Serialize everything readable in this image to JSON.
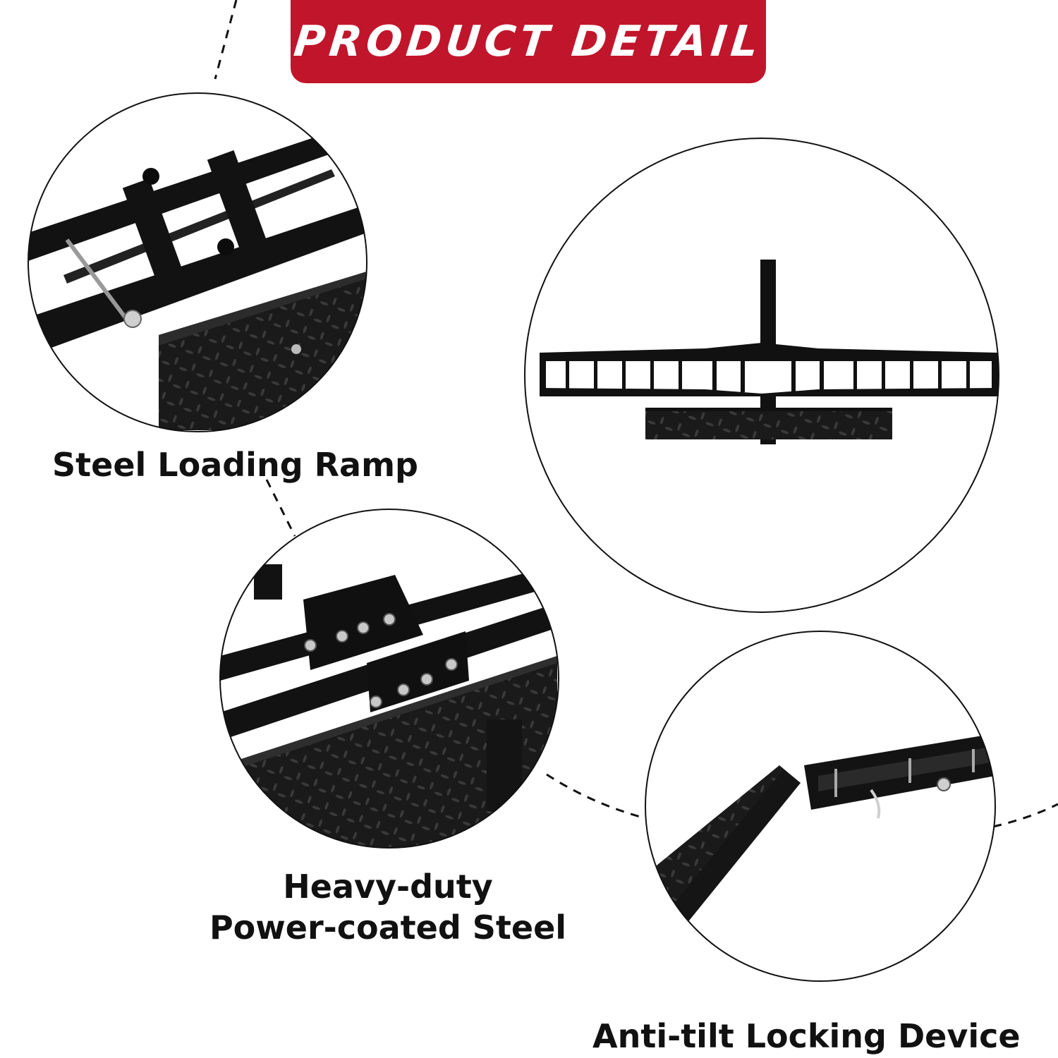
{
  "banner": {
    "title": "PRODUCT DETAIL",
    "color": "#c1152c"
  },
  "details": [
    {
      "label": "Steel Loading Ramp",
      "image": "ramp-closeup-photo"
    },
    {
      "label_line1": "Heavy-duty",
      "label_line2": "Power-coated Steel",
      "image": "bracket-closeup-photo"
    },
    {
      "label": "Anti-tilt Locking Device",
      "image": "locking-pin-closeup-photo"
    }
  ],
  "overview_image": "full-carrier-photo"
}
